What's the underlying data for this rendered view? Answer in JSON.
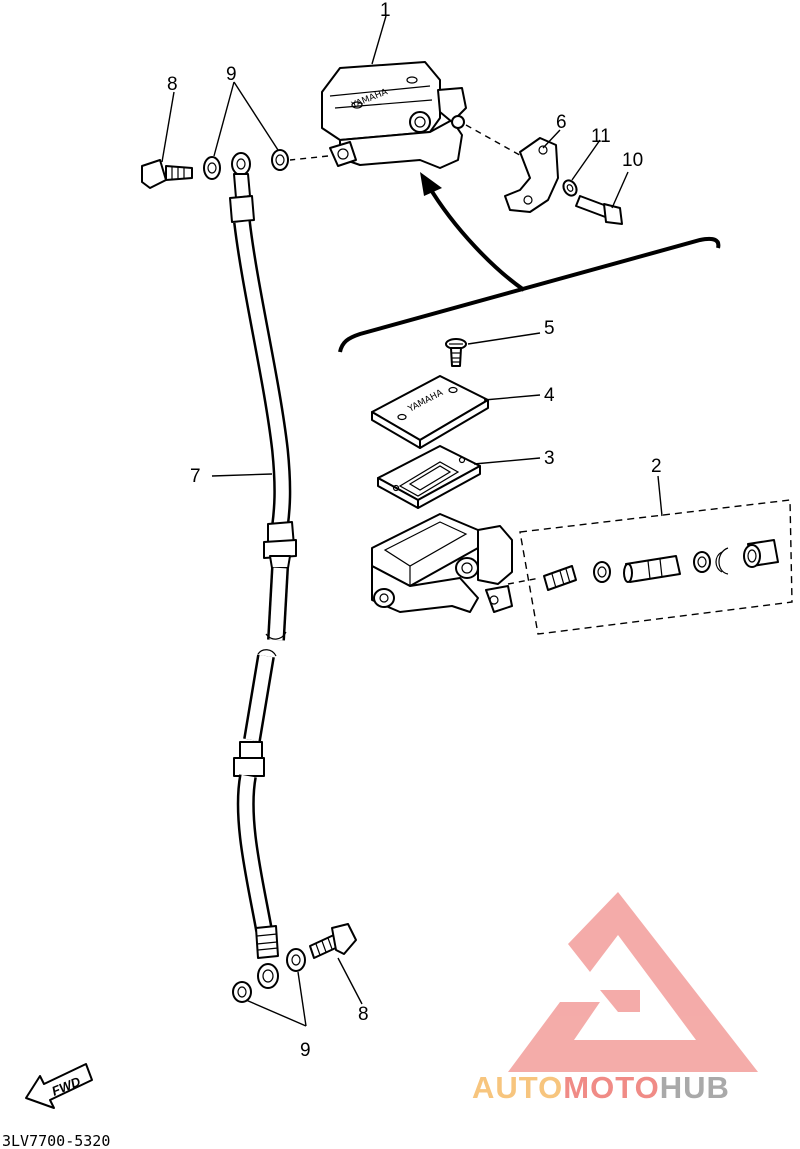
{
  "callouts": {
    "c1": "1",
    "c2": "2",
    "c3": "3",
    "c4": "4",
    "c5": "5",
    "c6": "6",
    "c7": "7",
    "c8_top": "8",
    "c8_bottom": "8",
    "c9_top": "9",
    "c9_bottom": "9",
    "c10": "10",
    "c11": "11"
  },
  "embossed": {
    "reservoir_cap": "YAMAHA",
    "cover_plate": "YAMAHA"
  },
  "fwd_label": "FWD",
  "part_code": "3LV7700-5320",
  "watermark": {
    "part1": "AUTO",
    "part2": "MOTO",
    "part3": "HUB",
    "colors": {
      "auto": "#f7c57e",
      "moto": "#f08b86",
      "hub": "#a9a9a9",
      "logo": "#f3a3a0"
    }
  }
}
